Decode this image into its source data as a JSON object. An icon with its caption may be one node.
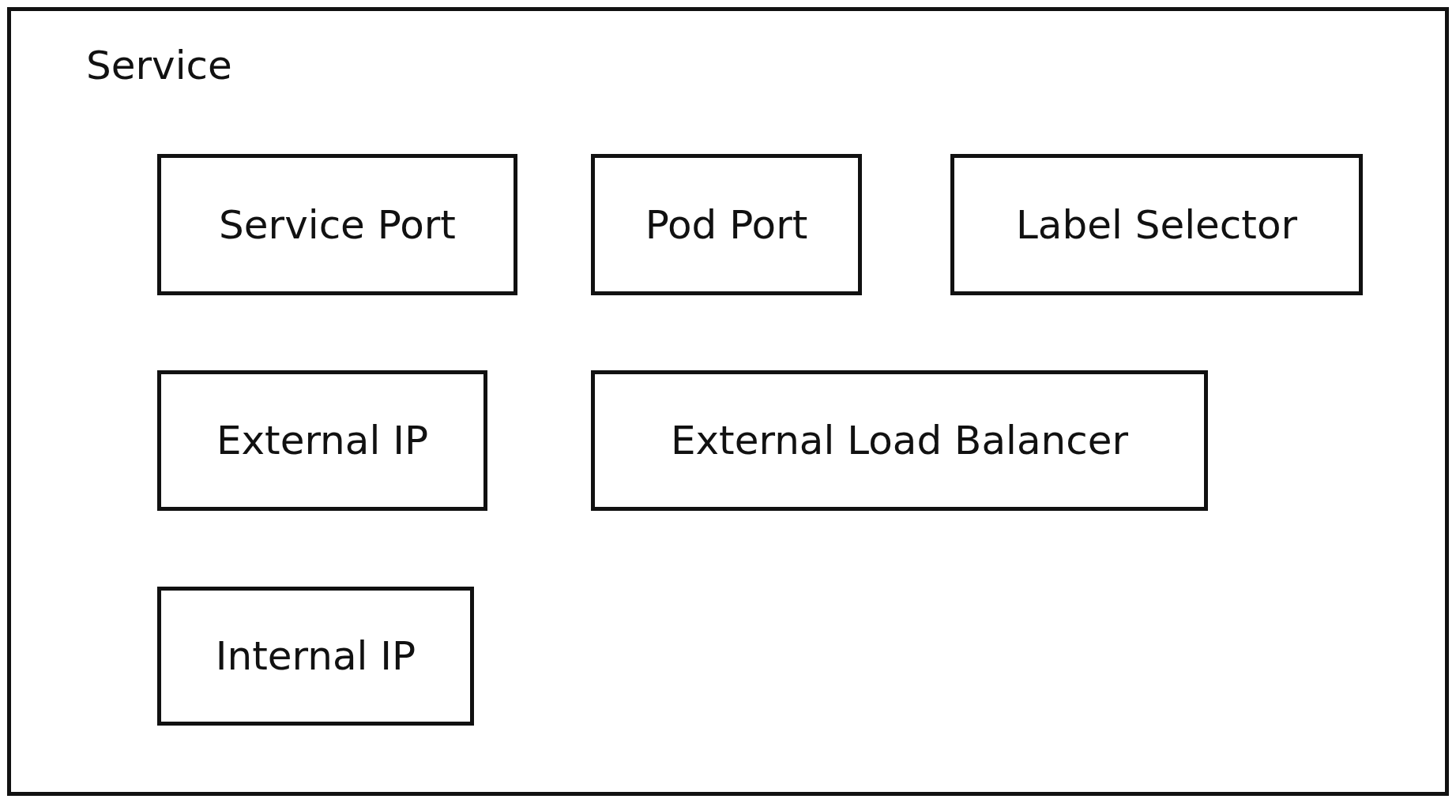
{
  "diagram": {
    "nodes": [
      {
        "text": [
          "Service"
        ]
      },
      {
        "text": [
          "Service Port"
        ],
        "in": 0
      },
      {
        "text": [
          "Pod Port"
        ],
        "in": 0
      },
      {
        "text": [
          "Label Selector"
        ],
        "in": 0
      },
      {
        "text": [
          "External IP"
        ],
        "in": 0
      },
      {
        "text": [
          "External Load Balancer"
        ],
        "in": 0
      },
      {
        "text": [
          "Internal IP"
        ],
        "in": 0
      }
    ]
  }
}
